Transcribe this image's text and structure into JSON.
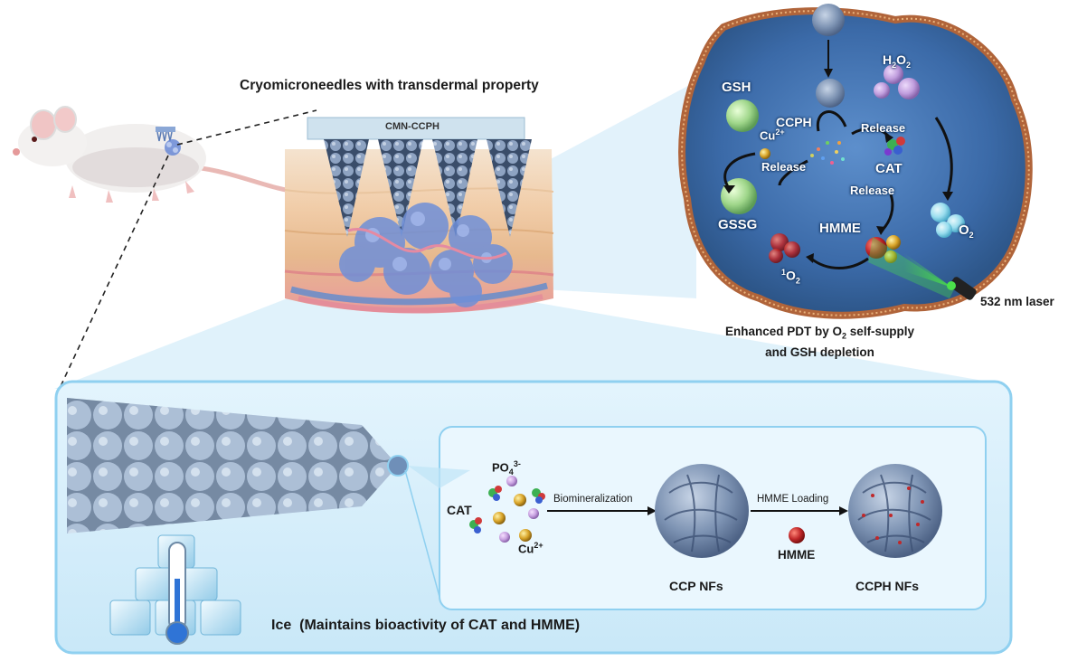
{
  "header": {
    "title": "Cryomicroneedles with transdermal property",
    "cmn_label": "CMN-CCPH"
  },
  "cell": {
    "gsh": "GSH",
    "h2o2": "H2O2",
    "ccph": "CCPH",
    "cu": "Cu2+",
    "release1": "Release",
    "release2": "Release",
    "release3": "Release",
    "cat": "CAT",
    "gssg": "GSSG",
    "hmme": "HMME",
    "o2": "O2",
    "singlet_o2": "1O2",
    "laser": "532 nm laser",
    "caption_line1": "Enhanced PDT by O2 self-supply",
    "caption_line2": "and GSH depletion"
  },
  "synthesis": {
    "po4": "PO43-",
    "cat": "CAT",
    "cu": "Cu2+",
    "step1": "Biomineralization",
    "step2": "HMME Loading",
    "hmme": "HMME",
    "product1": "CCP NFs",
    "product2": "CCPH NFs"
  },
  "ice_caption": "Ice  (Maintains bioactivity of CAT and HMME)",
  "colors": {
    "panel_border": "#8fd0f0",
    "panel_fill": "#dcf1fb",
    "cell_fill": "#3d6fae",
    "membrane": "#b0643a",
    "laser": "#4be04b",
    "hmme_red": "#c0282a"
  }
}
